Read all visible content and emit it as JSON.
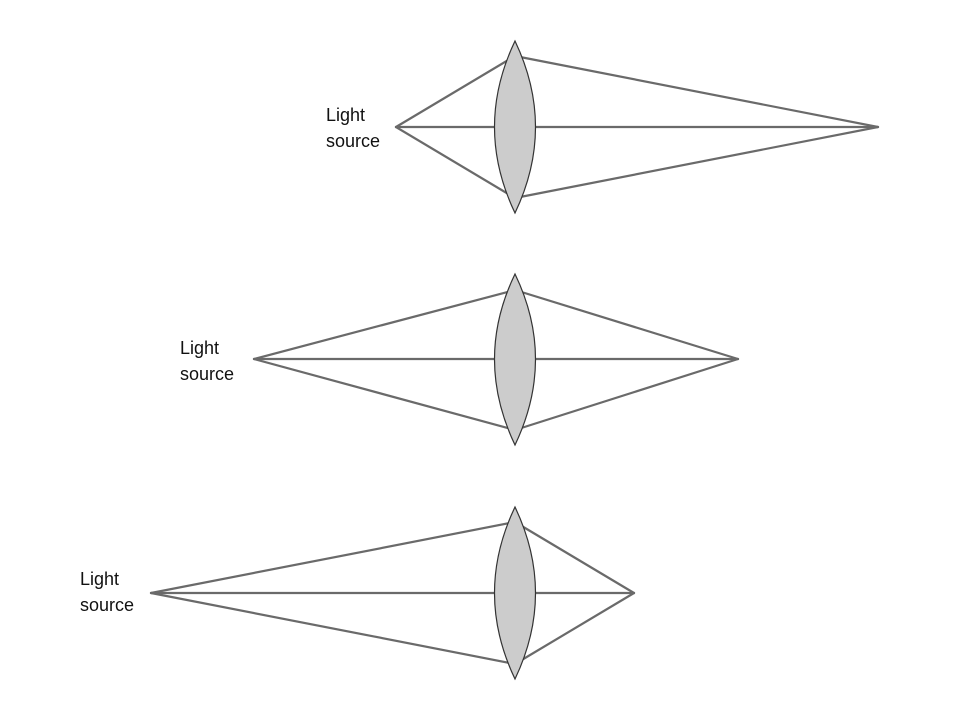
{
  "colors": {
    "ray": "#6a6a6a",
    "lens_fill": "#cccccc",
    "lens_stroke": "#333333",
    "background": "#ffffff"
  },
  "panels": [
    {
      "source_label_line1": "Light",
      "source_label_line2": "source"
    },
    {
      "source_label_line1": "Light",
      "source_label_line2": "source"
    },
    {
      "source_label_line1": "Light",
      "source_label_line2": "source"
    }
  ]
}
